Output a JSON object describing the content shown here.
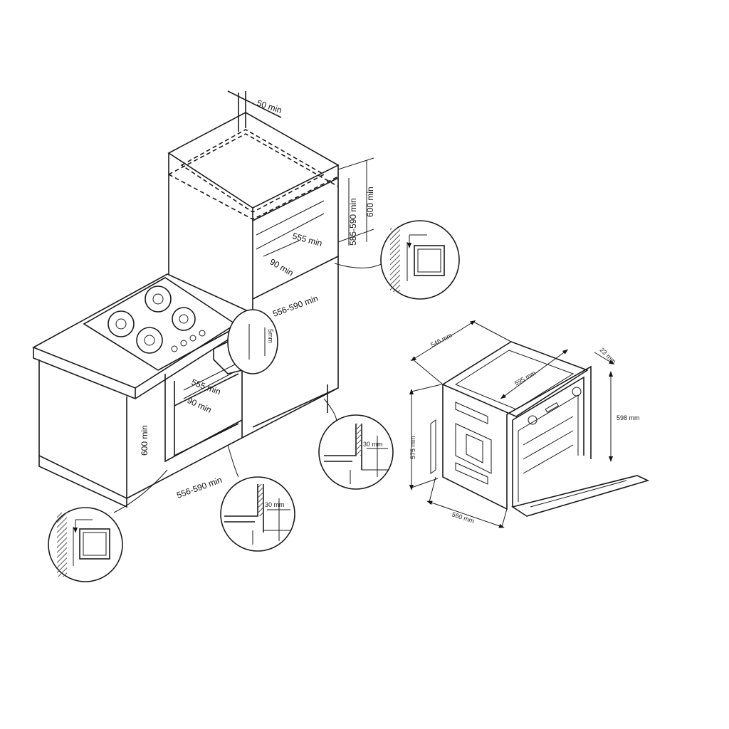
{
  "colors": {
    "line": "#1a1a1a",
    "background": "#ffffff",
    "hatch": "#555555"
  },
  "installation": {
    "column": {
      "top_gap": "50 min",
      "niche_depth": "555 min",
      "vent": "90 min",
      "niche_height": "585-590 min",
      "column_height": "600 min",
      "niche_width": "556-590 min"
    },
    "worktop": {
      "hob_gap": "5mm",
      "niche_depth": "555 min",
      "vent": "90 min",
      "niche_height": "600 min",
      "niche_width": "556-590 min"
    },
    "detail_column": "30 mm",
    "detail_worktop": "30 mm"
  },
  "oven": {
    "depth": "546 mm",
    "door": "23 mm",
    "width": "595 mm",
    "height": "598 mm",
    "body_height": "575 mm",
    "body_depth": "560 mm"
  }
}
